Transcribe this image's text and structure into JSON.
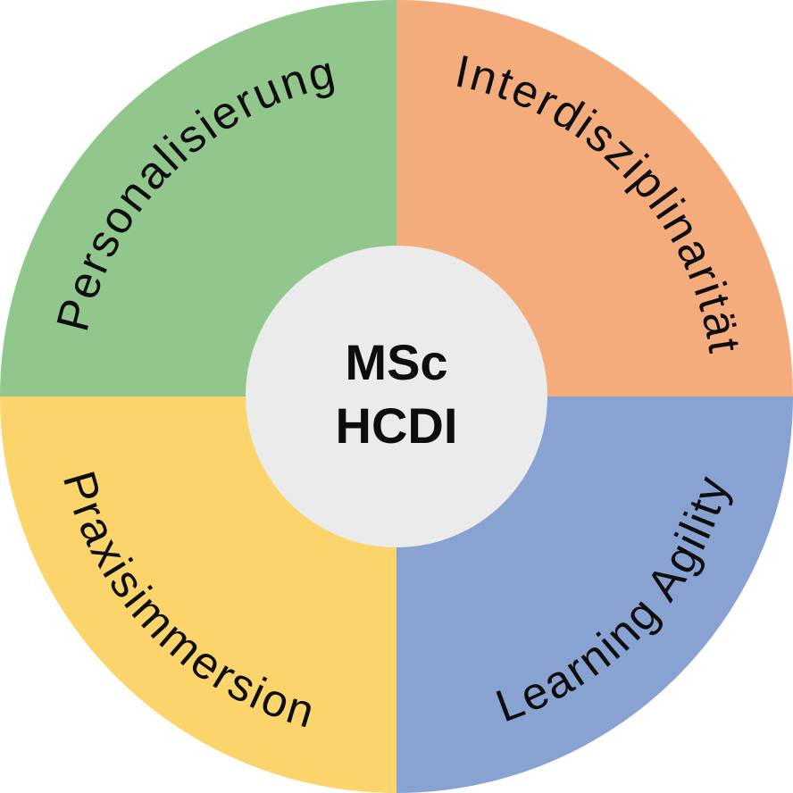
{
  "page": {
    "background_color": "#FFFFFF"
  },
  "diagram": {
    "type": "quadrant-wheel",
    "center": {
      "line1": "MSc",
      "line2": "HCDI",
      "circle_color": "#EBEBEB",
      "text_color": "#0D0D0D"
    },
    "label_color": "#0D0D0D",
    "segments": [
      {
        "label": "Personalisierung",
        "position": "top-left",
        "color": "#91C78C"
      },
      {
        "label": "Interdisziplinarität",
        "position": "top-right",
        "color": "#F5AC7D"
      },
      {
        "label": "Praxisimmersion",
        "position": "bottom-left",
        "color": "#FBD56C"
      },
      {
        "label": "Learning Agility",
        "position": "bottom-right",
        "color": "#88A2D2"
      }
    ]
  }
}
